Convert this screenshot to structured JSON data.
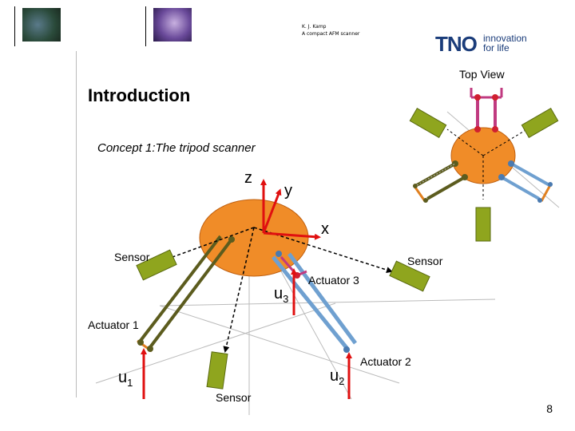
{
  "header": {
    "author": "K. J. Kamp",
    "doc_title": "A compact AFM scanner",
    "logo_text": "TNO",
    "tagline_line1": "innovation",
    "tagline_line2": "for life"
  },
  "slide": {
    "title": "Introduction",
    "subtitle": "Concept 1:The tripod scanner",
    "page_number": "8"
  },
  "diagram": {
    "top_view_label": "Top View",
    "axes": {
      "z": "z",
      "y": "y",
      "x": "x"
    },
    "sensor_labels": [
      "Sensor",
      "Sensor",
      "Sensor"
    ],
    "actuator_labels": [
      "Actuator 1",
      "Actuator 2",
      "Actuator 3"
    ],
    "inputs": [
      {
        "symbol": "u",
        "index": "1"
      },
      {
        "symbol": "u",
        "index": "2"
      },
      {
        "symbol": "u",
        "index": "3"
      }
    ],
    "colors": {
      "platform": "#F08C28",
      "sensor": "#8FA51E",
      "actuator_1": "#5C5C1E",
      "actuator_2": "#6FA0D0",
      "actuator_top": "#C03A80",
      "joint_red": "#D02030",
      "axis_red": "#E01010",
      "logo_blue": "#1A3C7A"
    }
  }
}
